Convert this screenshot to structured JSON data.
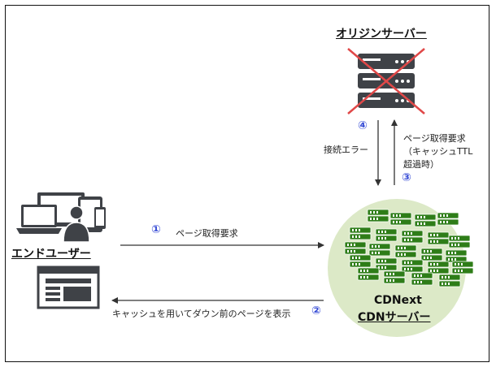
{
  "origin": {
    "title": "オリジンサーバー"
  },
  "end_user": {
    "title": "エンドユーザー"
  },
  "cdn": {
    "line1": "CDNext",
    "line2": "CDNサーバー"
  },
  "steps": {
    "s1": {
      "num": "①",
      "label": "ページ取得要求"
    },
    "s2": {
      "num": "②",
      "label": "キャッシュを用いてダウン前のページを表示"
    },
    "s3": {
      "num": "③",
      "line1": "ページ取得要求",
      "line2": "（キャッシュTTL",
      "line3": "超過時）"
    },
    "s4": {
      "num": "④",
      "label": "接続エラー"
    }
  },
  "colors": {
    "server_dark": "#3f4247",
    "cdn_green": "#2e7d18",
    "cdn_bg": "#dce9c7",
    "cross_red": "#e04848",
    "number_blue": "#3a4fd6"
  },
  "icons": [
    "origin-server-icon",
    "cross-icon",
    "end-user-devices-icon",
    "browser-window-icon",
    "cdn-servers-icon"
  ]
}
